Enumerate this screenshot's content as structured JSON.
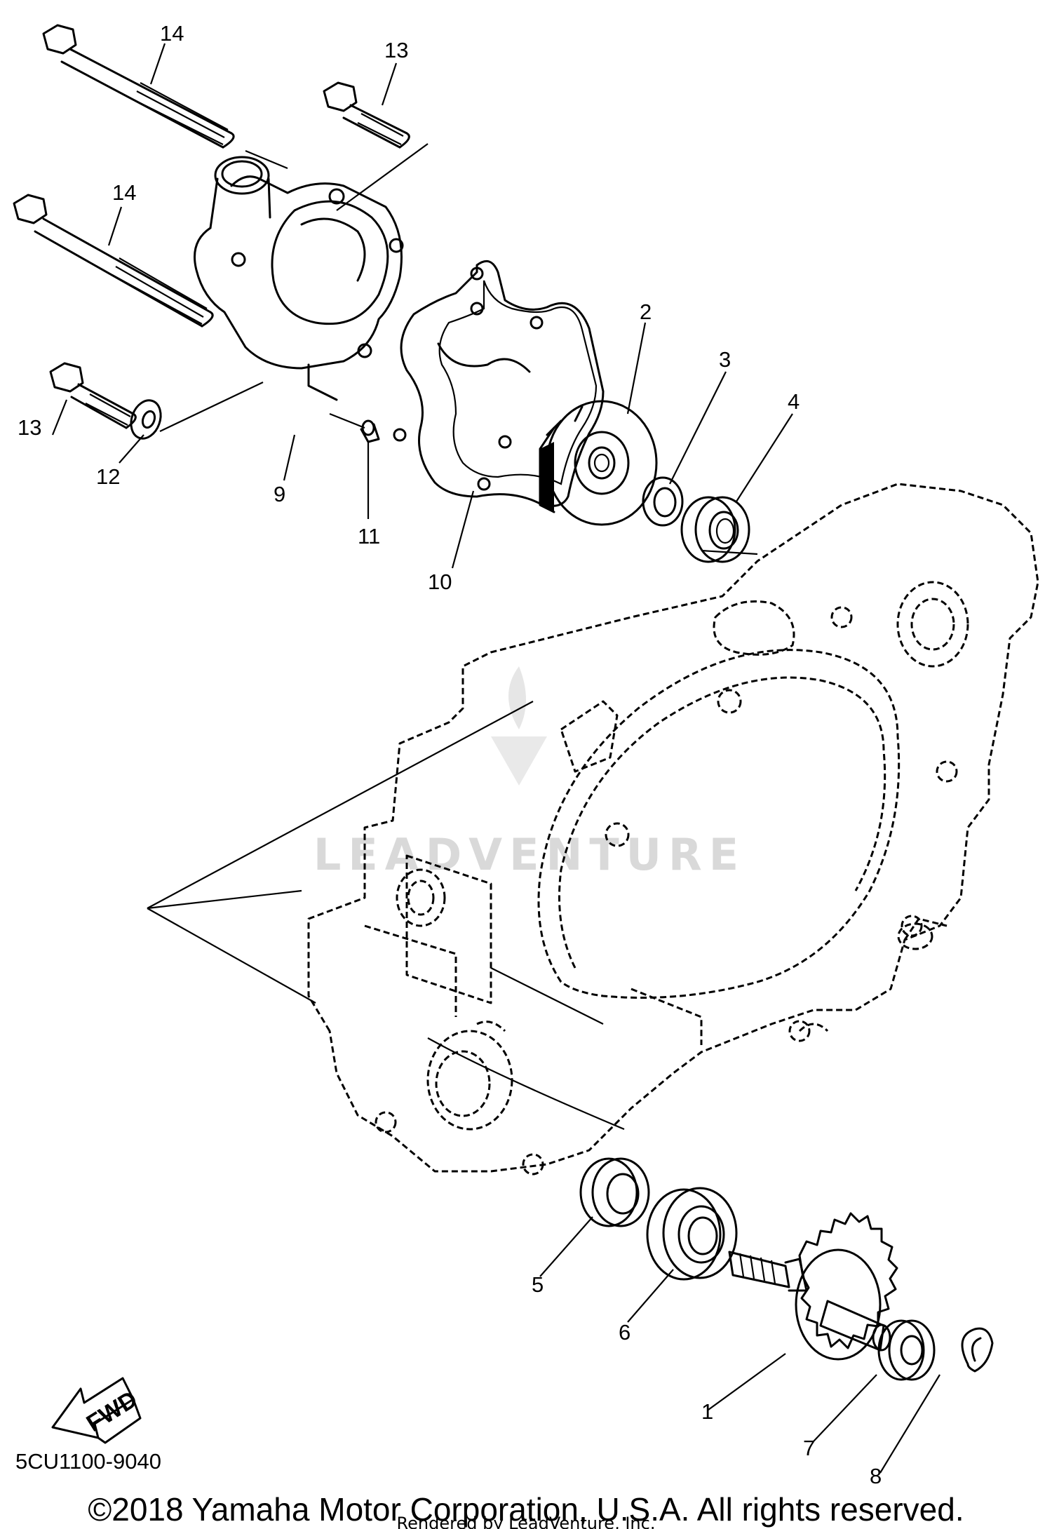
{
  "diagram": {
    "part_callouts": [
      "1",
      "2",
      "3",
      "4",
      "5",
      "6",
      "7",
      "8",
      "9",
      "10",
      "11",
      "12",
      "13",
      "14"
    ],
    "fwd_label": "FWD",
    "diagram_code": "5CU1100-9040",
    "watermark": "LEADVENTURE",
    "copyright": "©2018 Yamaha Motor Corporation, U.S.A. All rights reserved.",
    "rendered_by": "Rendered by LeadVenture, Inc."
  }
}
